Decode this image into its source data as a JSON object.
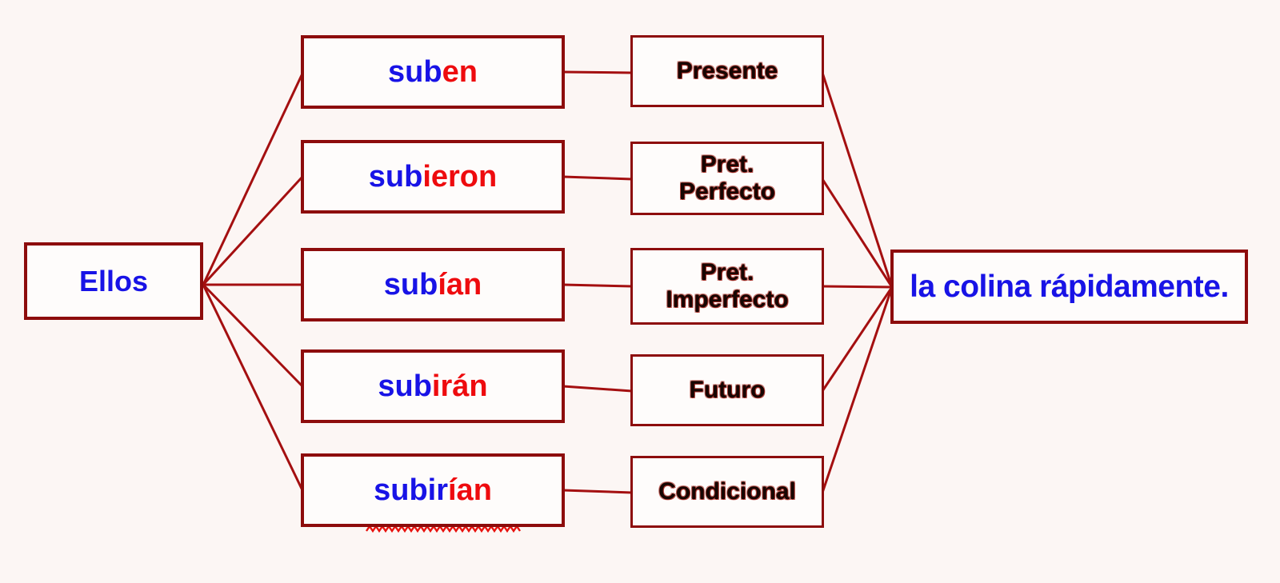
{
  "diagram": {
    "subject_label": "Ellos",
    "object_label": "la colina rápidamente.",
    "rows": [
      {
        "verb_stem": "sub",
        "verb_ending": "en",
        "verb_full": "suben",
        "tense_label": "Presente"
      },
      {
        "verb_stem": "sub",
        "verb_ending": "ieron",
        "verb_full": "subieron",
        "tense_label": "Pret.\nPerfecto"
      },
      {
        "verb_stem": "sub",
        "verb_ending": "ían",
        "verb_full": "subían",
        "tense_label": "Pret.\nImperfecto"
      },
      {
        "verb_stem": "sub",
        "verb_ending": "irán",
        "verb_full": "subirán",
        "tense_label": "Futuro"
      },
      {
        "verb_stem": "subir",
        "verb_ending": "ían",
        "verb_full": "subirían",
        "tense_label": "Condicional"
      }
    ],
    "colors": {
      "background": "#fcf6f4",
      "box_fill": "#fefcfb",
      "box_border_dark_red": "#8d0c0c",
      "connector_red": "#a40f10",
      "verb_stem_blue": "#1813e6",
      "verb_ending_red": "#ee0b0e",
      "tense_text_black": "#170603",
      "squiggle_red": "#e8120e"
    }
  }
}
